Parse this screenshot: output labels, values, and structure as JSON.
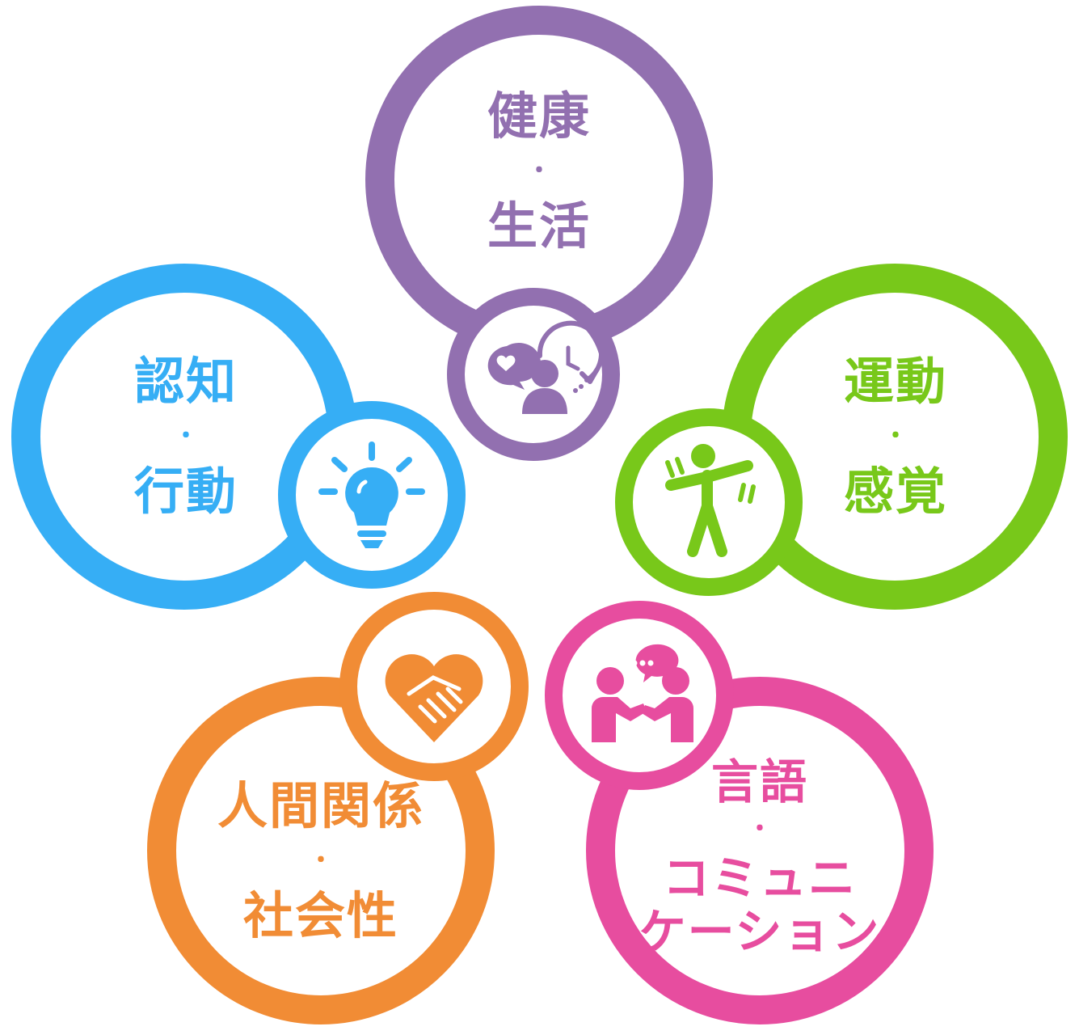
{
  "colors": {
    "health": "#9270b0",
    "motor": "#78c81a",
    "language": "#e74d9f",
    "social": "#f18c35",
    "cognition": "#36aef5",
    "background": "#ffffff"
  },
  "domains": {
    "health": {
      "line1": "健康",
      "separator": "・",
      "line2": "生活",
      "icon": "person-heart-clock-icon"
    },
    "motor": {
      "line1": "運動",
      "separator": "・",
      "line2": "感覚",
      "icon": "person-stretching-icon"
    },
    "language": {
      "line1": "言語",
      "separator": "・",
      "line2": "コミュニ",
      "line3": "ケーション",
      "icon": "two-people-conversation-icon"
    },
    "social": {
      "line1": "人間関係",
      "separator": "・",
      "line2": "社会性",
      "icon": "heart-handshake-icon"
    },
    "cognition": {
      "line1": "認知",
      "separator": "・",
      "line2": "行動",
      "icon": "lightbulb-icon"
    }
  }
}
